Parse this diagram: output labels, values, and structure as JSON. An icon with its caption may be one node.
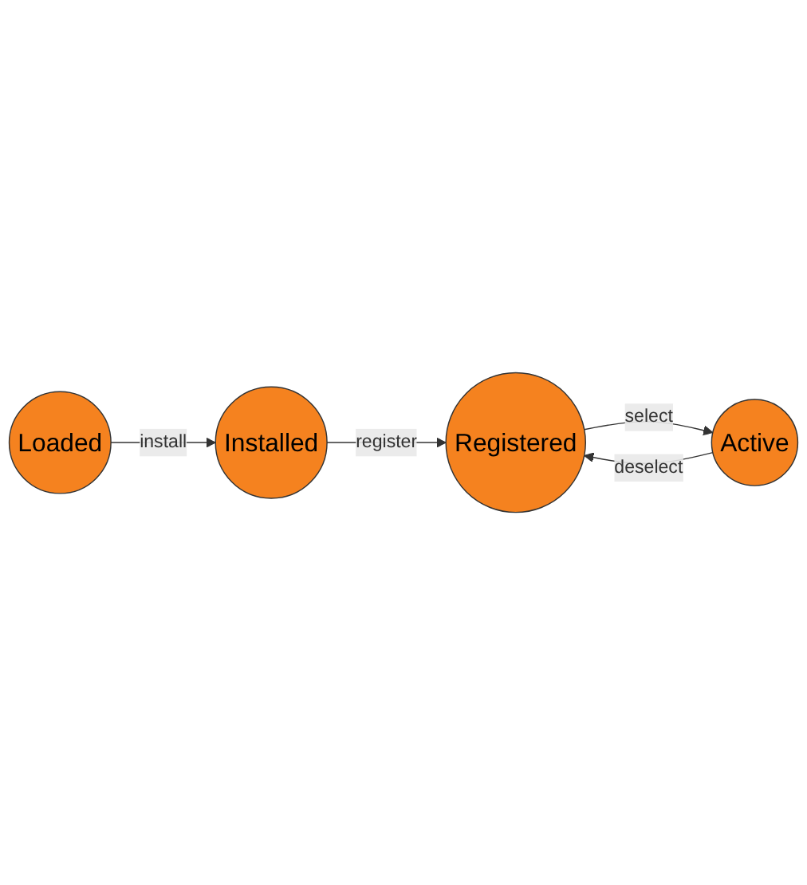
{
  "diagram": {
    "nodes": [
      {
        "text": [
          "Loaded"
        ]
      },
      {
        "text": [
          "Installed"
        ]
      },
      {
        "text": [
          "Registered"
        ]
      },
      {
        "text": [
          "Active"
        ]
      }
    ],
    "edges": [
      {
        "from": 0,
        "to": 1,
        "arrow": "to",
        "label": "install"
      },
      {
        "from": 1,
        "to": 2,
        "arrow": "to",
        "label": "register"
      },
      {
        "from": 2,
        "to": 3,
        "arrow": "to",
        "label": "select"
      },
      {
        "from": 3,
        "to": 2,
        "arrow": "to",
        "label": "deselect"
      }
    ]
  }
}
